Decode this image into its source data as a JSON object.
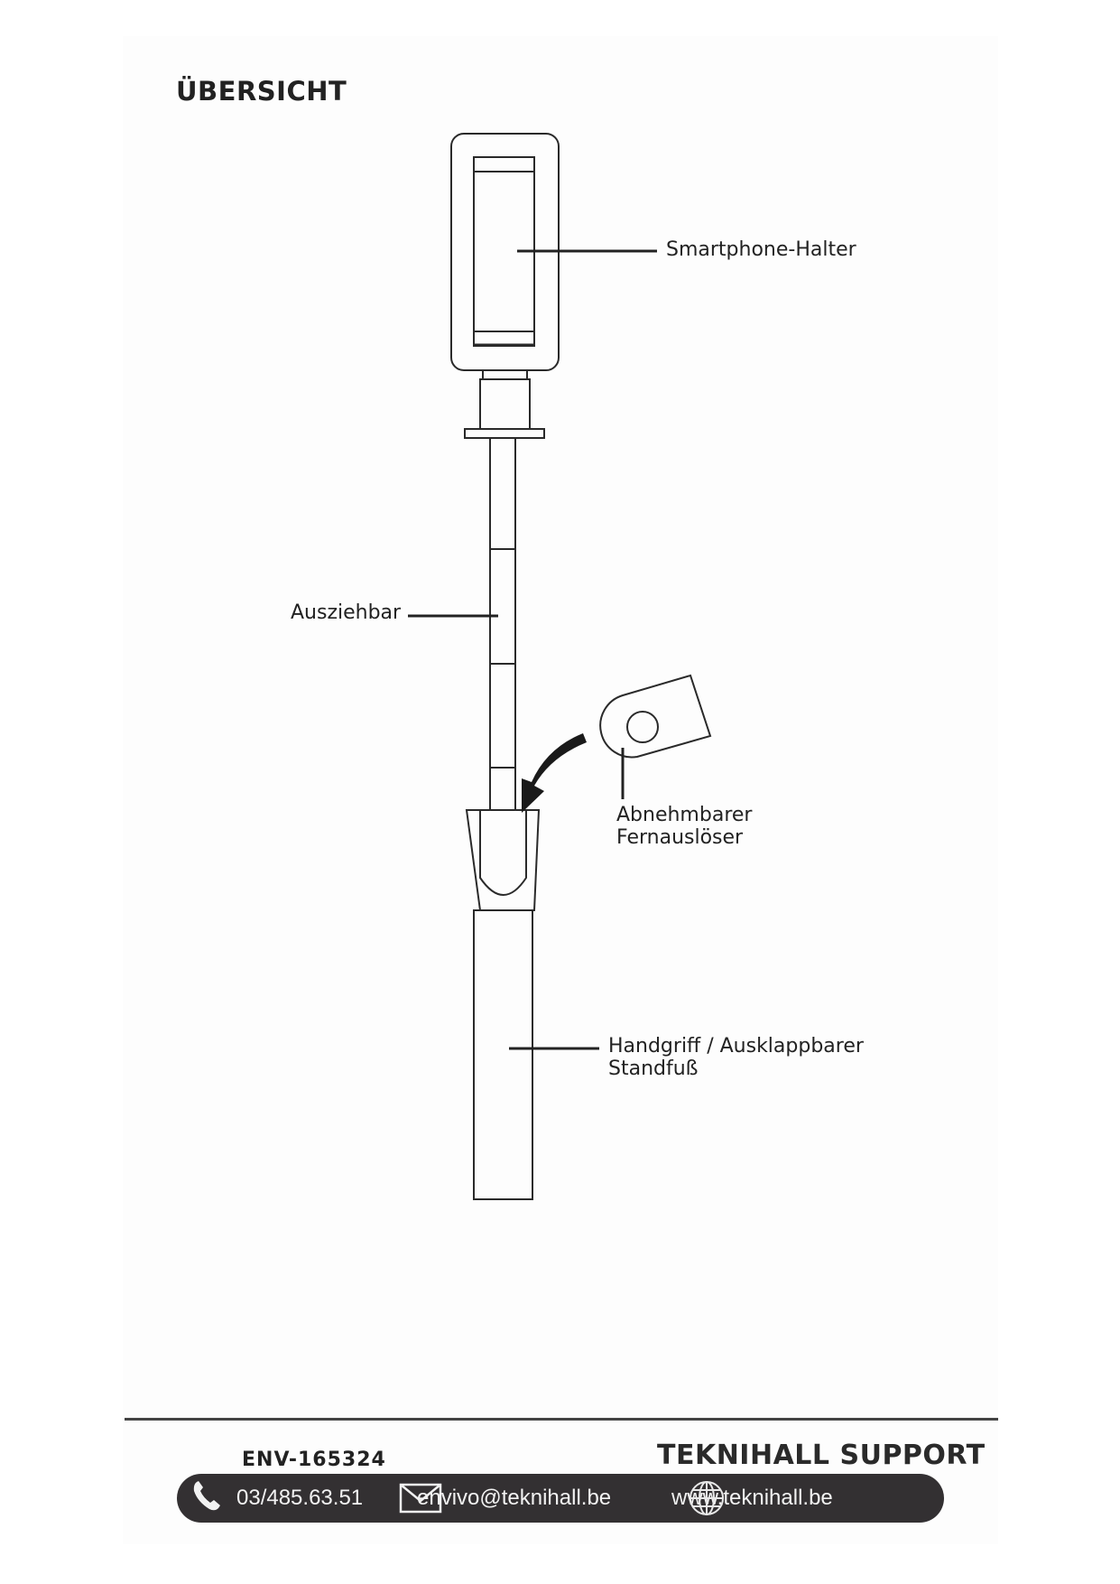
{
  "document": {
    "title": "ÜBERSICHT",
    "labels": {
      "holder": "Smartphone-Halter",
      "extendable": "Ausziehbar",
      "remote_line1": "Abnehmbarer",
      "remote_line2": "Fernauslöser",
      "handle_line1": "Handgriff / Ausklappbarer",
      "handle_line2": "Standfuß"
    }
  },
  "footer": {
    "model": "ENV-165324",
    "brand": "TEKNIHALL SUPPORT",
    "phone": "03/485.63.51",
    "email": "envivo@teknihall.be",
    "website": "www.teknihall.be",
    "icons": {
      "phone": "phone-icon",
      "email": "envelope-icon",
      "website": "globe-icon"
    },
    "bar_color": "#333032"
  }
}
